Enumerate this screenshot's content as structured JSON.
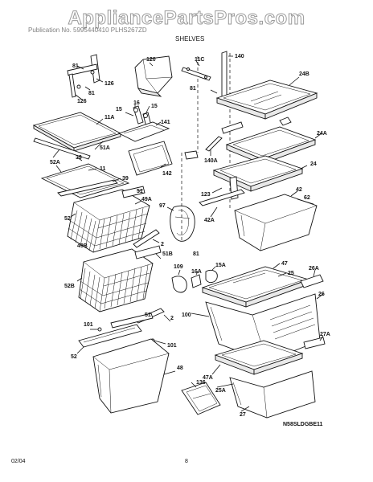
{
  "header": {
    "watermark": "AppliancePartsPros.com",
    "partial_line": "Publication No. 5995440410    PLHS267ZD",
    "section_title": "SHELVES"
  },
  "footer": {
    "date": "02/04",
    "page": "8",
    "diagram_code": "N58SLDGBE11"
  },
  "labels": {
    "l81a": "81",
    "l120": "120",
    "l11c": "11C",
    "l140a": "140",
    "l126": "126",
    "l81b": "81",
    "l126b": "126",
    "l16": "16",
    "l15a": "15",
    "l15b": "15",
    "l24b": "24B",
    "l11a": "11A",
    "l141": "141",
    "l51a": "51A",
    "l39a": "39",
    "l52a": "52A",
    "l11": "11",
    "l142": "142",
    "l140b": "140A",
    "l24a": "24A",
    "l39b": "39",
    "l24": "24",
    "l51": "51",
    "l49a": "49A",
    "l123": "123",
    "l42": "42",
    "l62": "62",
    "l97": "97",
    "l42a": "42A",
    "l52": "52",
    "l2a": "2",
    "l49b": "49B",
    "l81c": "81",
    "l51b": "51B",
    "l109": "109",
    "l16a": "16A",
    "l15c": "15A",
    "l47": "47",
    "l25": "25",
    "l26a": "26A",
    "l52b": "52B",
    "l26": "26",
    "l100": "100",
    "l51c": "51",
    "l2b": "2",
    "l101a": "101",
    "l101b": "101",
    "l27a": "27A",
    "l52c": "52",
    "l48": "48",
    "l47a": "47A",
    "l136": "136",
    "l25a": "25A",
    "l27": "27"
  }
}
